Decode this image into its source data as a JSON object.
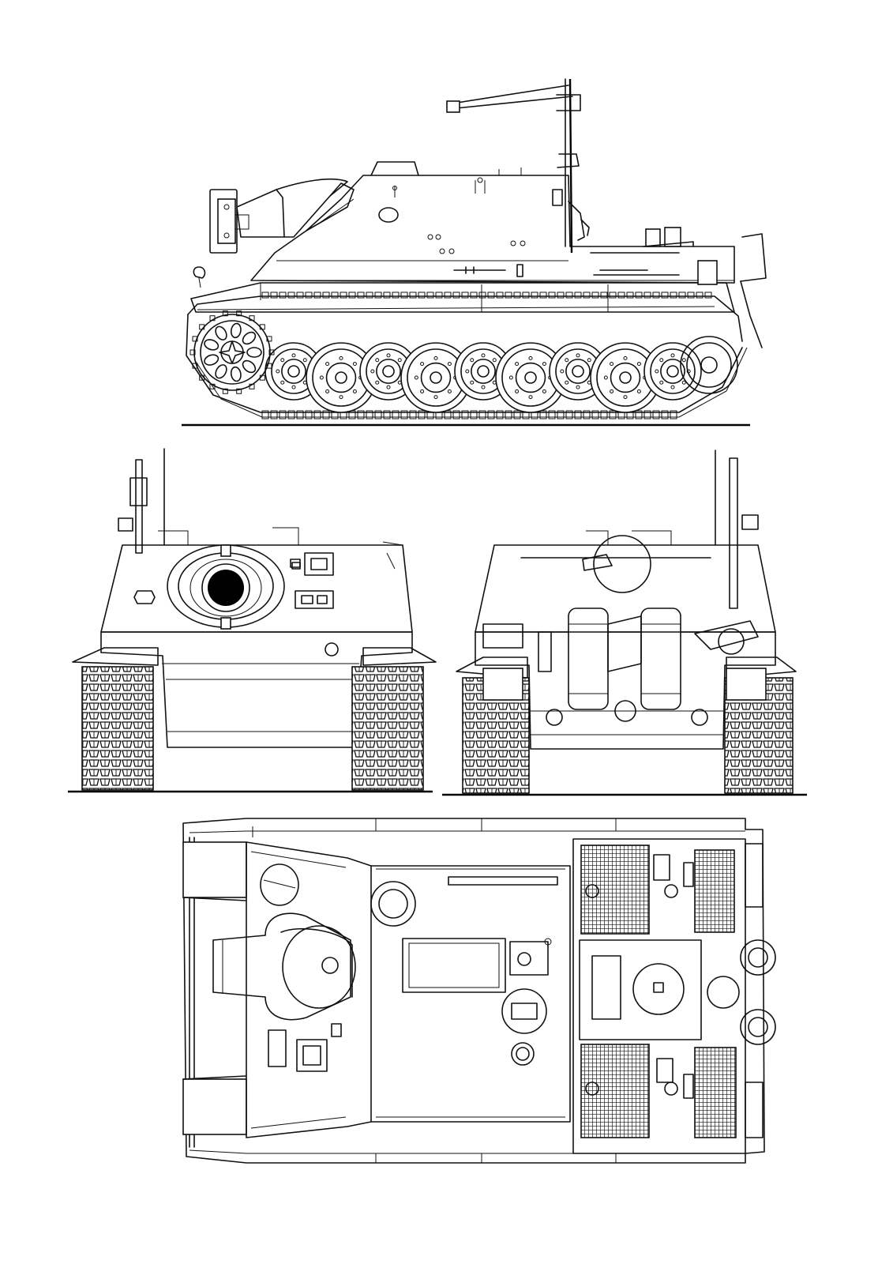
{
  "drawing": {
    "views": [
      {
        "id": "side",
        "kind": "left-side-elevation"
      },
      {
        "id": "front",
        "kind": "front-elevation"
      },
      {
        "id": "rear",
        "kind": "rear-elevation"
      },
      {
        "id": "top",
        "kind": "plan-view"
      }
    ],
    "line_color": "#111111",
    "background_color": "#ffffff",
    "road_wheels_side_view": 9
  }
}
